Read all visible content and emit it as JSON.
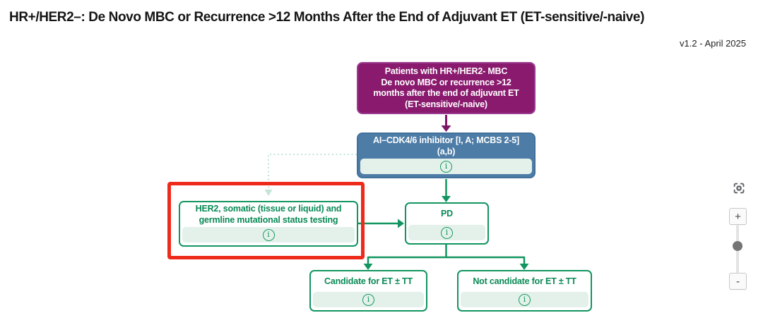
{
  "header": {
    "title": "HR+/HER2–: De Novo MBC or Recurrence >12 Months After the End of Adjuvant ET (ET-sensitive/-naive)",
    "version": "v1.2 - April 2025"
  },
  "flowchart": {
    "patients_box": {
      "text": "Patients with HR+/HER2- MBC\nDe novo MBC or recurrence >12\nmonths after the end of adjuvant ET\n(ET-sensitive/-naive)"
    },
    "treatment_box": {
      "text": "AI–CDK4/6 inhibitor [I, A; MCBS 2-5]\n(a,b)",
      "has_info": true
    },
    "testing_box": {
      "text": "HER2, somatic (tissue or liquid) and\ngermline mutational status testing",
      "has_info": true,
      "highlighted": true
    },
    "pd_box": {
      "text": "PD",
      "has_info": true
    },
    "candidate_box": {
      "text": "Candidate for ET ± TT",
      "has_info": true
    },
    "not_candidate_box": {
      "text": "Not candidate for ET ± TT",
      "has_info": true
    }
  },
  "icons": {
    "info": "i",
    "zoom_in": "+",
    "zoom_out": "-",
    "fit_view": "focus-corners"
  },
  "colors": {
    "purple_node": "#8a1a6e",
    "blue_node": "#4d7ca6",
    "green_accent": "#129560",
    "green_text": "#0a8a56",
    "info_strip": "#e4f1ea",
    "dotted_connector": "#c3e5d5",
    "highlight_red": "#ee2b1b"
  }
}
